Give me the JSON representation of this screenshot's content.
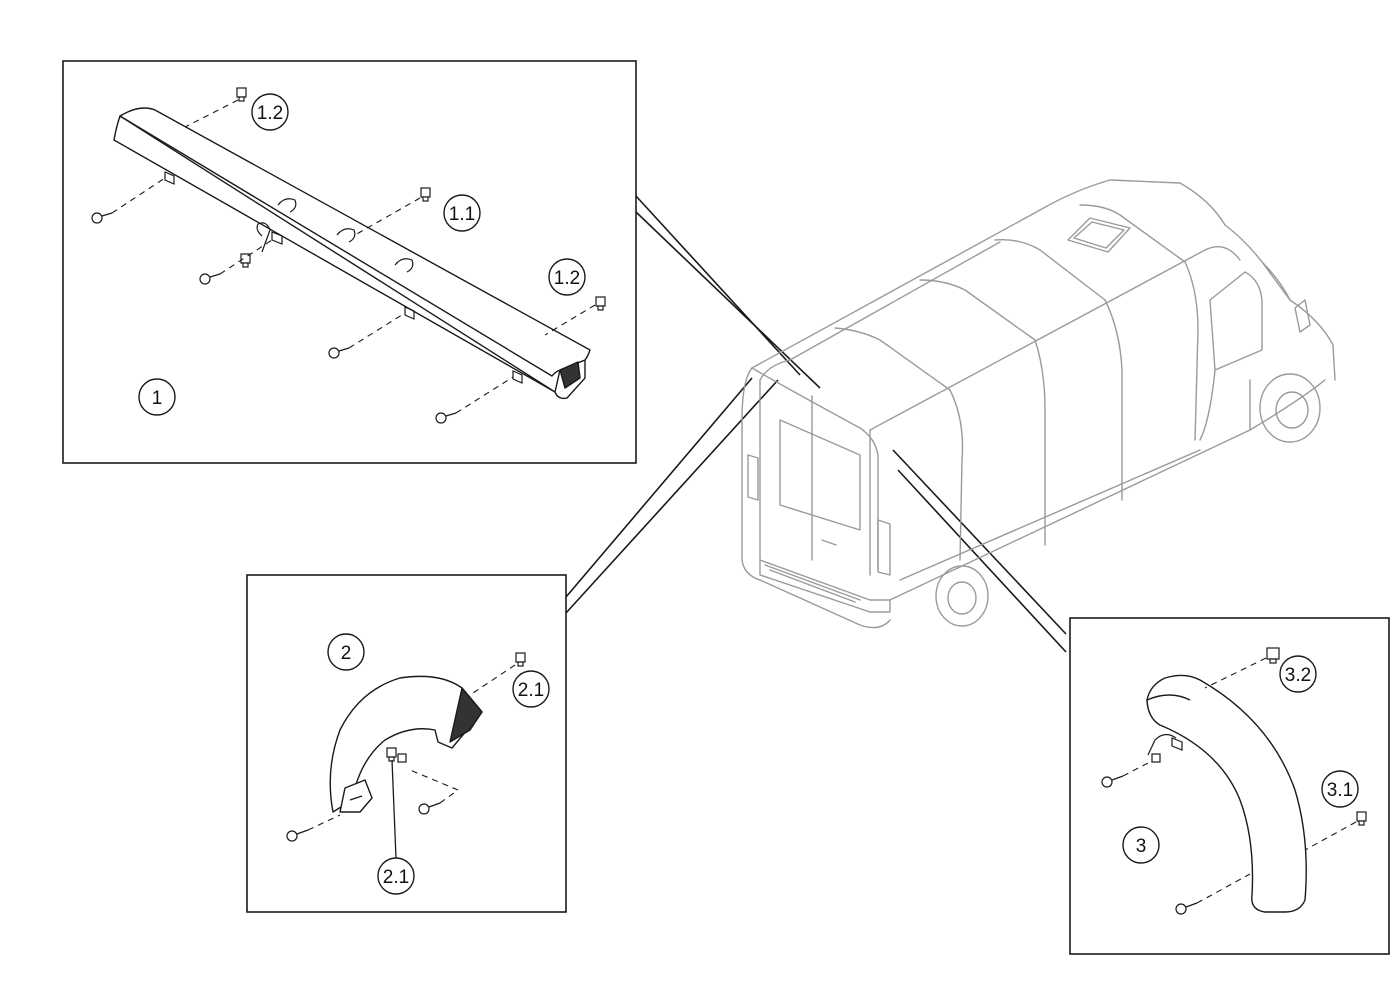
{
  "colors": {
    "line": "#1a1a1a",
    "van_line": "#9a9a9a",
    "background": "#ffffff"
  },
  "diagram": {
    "vehicle": "van",
    "panels": [
      {
        "id": "panel-1",
        "label": "1",
        "callouts": [
          "1.2",
          "1.1",
          "1.2"
        ]
      },
      {
        "id": "panel-2",
        "label": "2",
        "callouts": [
          "2.1",
          "2.1"
        ]
      },
      {
        "id": "panel-3",
        "label": "3",
        "callouts": [
          "3.2",
          "3.1"
        ]
      }
    ]
  }
}
